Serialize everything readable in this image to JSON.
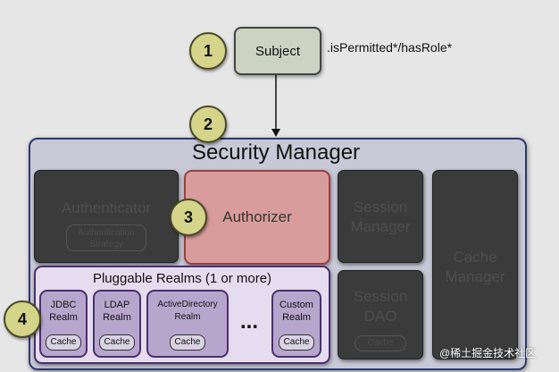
{
  "subject": {
    "label": "Subject",
    "method": ".isPermitted*/hasRole*"
  },
  "steps": [
    "1",
    "2",
    "3",
    "4"
  ],
  "security_manager": {
    "title": "Security Manager"
  },
  "authenticator": {
    "label": "Authenticator",
    "strategy": "Authentication Strategy"
  },
  "authorizer": {
    "label": "Authorizer"
  },
  "session_manager": {
    "label": "Session Manager"
  },
  "session_dao": {
    "label": "Session DAO",
    "cache": "Cache"
  },
  "cache_manager": {
    "label": "Cache Manager"
  },
  "realms": {
    "title": "Pluggable Realms (1 or more)",
    "ellipsis": "...",
    "items": [
      {
        "name": "JDBC Realm",
        "cache": "Cache"
      },
      {
        "name": "LDAP Realm",
        "cache": "Cache"
      },
      {
        "name": "ActiveDirectory Realm",
        "cache": "Cache"
      },
      {
        "name": "Custom Realm",
        "cache": "Cache"
      }
    ]
  },
  "watermark": "@稀土掘金技术社区"
}
